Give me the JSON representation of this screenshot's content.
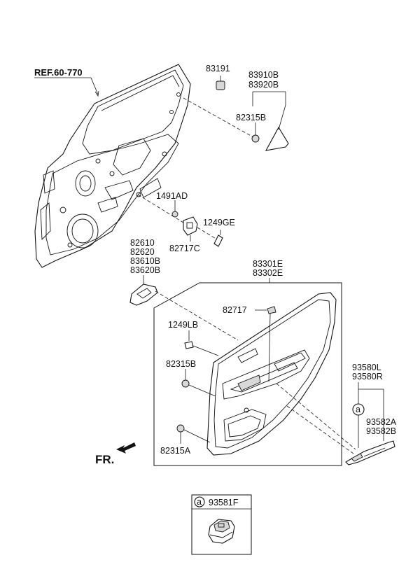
{
  "labels": {
    "ref": "REF.60-770",
    "p83191": "83191",
    "p83910B": "83910B",
    "p83920B": "83920B",
    "p82315B_top": "82315B",
    "p1491AD": "1491AD",
    "p1249GE": "1249GE",
    "p82717C": "82717C",
    "p82610": "82610",
    "p82620": "82620",
    "p83610B": "83610B",
    "p83620B": "83620B",
    "p83301E": "83301E",
    "p83302E": "83302E",
    "p82717": "82717",
    "p1249LB": "1249LB",
    "p82315B_mid": "82315B",
    "p82315A": "82315A",
    "p93580L": "93580L",
    "p93580R": "93580R",
    "p93582A": "93582A",
    "p93582B": "93582B",
    "callout_a": "a",
    "p93581F": "93581F",
    "fr": "FR."
  }
}
